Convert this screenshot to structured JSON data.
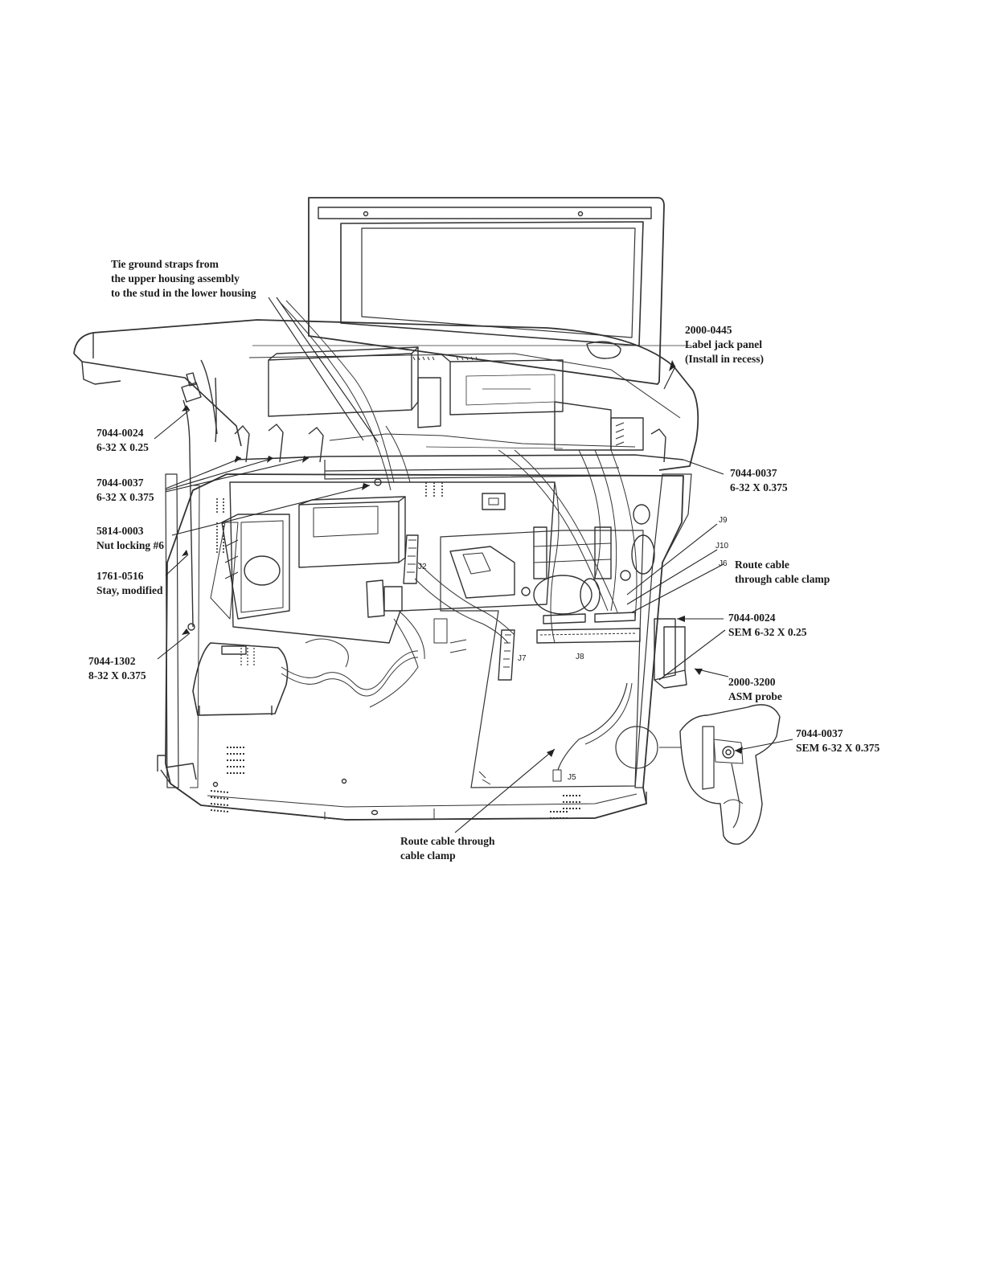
{
  "callouts": {
    "ground_straps": {
      "lines": [
        "Tie ground straps from",
        "the upper housing assembly",
        "to the stud in the lower housing"
      ]
    },
    "label_jack": {
      "lines": [
        "2000-0445",
        "Label jack panel",
        "(Install in recess)"
      ]
    },
    "screw_0024_left": {
      "lines": [
        "7044-0024",
        "6-32 X 0.25"
      ]
    },
    "screw_0037_left": {
      "lines": [
        "7044-0037",
        "6-32 X 0.375"
      ]
    },
    "screw_0037_right": {
      "lines": [
        "7044-0037",
        "6-32 X 0.375"
      ]
    },
    "nut_locking": {
      "lines": [
        "5814-0003",
        "Nut locking #6"
      ]
    },
    "stay": {
      "lines": [
        "1761-0516",
        "Stay, modified"
      ]
    },
    "route_clamp_upper": {
      "lines": [
        "Route cable",
        "through cable clamp"
      ]
    },
    "screw_0024_sem": {
      "lines": [
        "7044-0024",
        "SEM 6-32 X 0.25"
      ]
    },
    "screw_1302": {
      "lines": [
        "7044-1302",
        "8-32 X 0.375"
      ]
    },
    "asm_probe": {
      "lines": [
        "2000-3200",
        "ASM probe"
      ]
    },
    "screw_0037_sem": {
      "lines": [
        "7044-0037",
        "SEM 6-32 X 0.375"
      ]
    },
    "route_clamp_lower": {
      "lines": [
        "Route cable through",
        "cable clamp"
      ]
    }
  },
  "connectors": {
    "j9": "J9",
    "j10": "J10",
    "j6": "J6",
    "j8": "J8",
    "j7": "J7",
    "j5": "J5",
    "j2": "J2"
  }
}
